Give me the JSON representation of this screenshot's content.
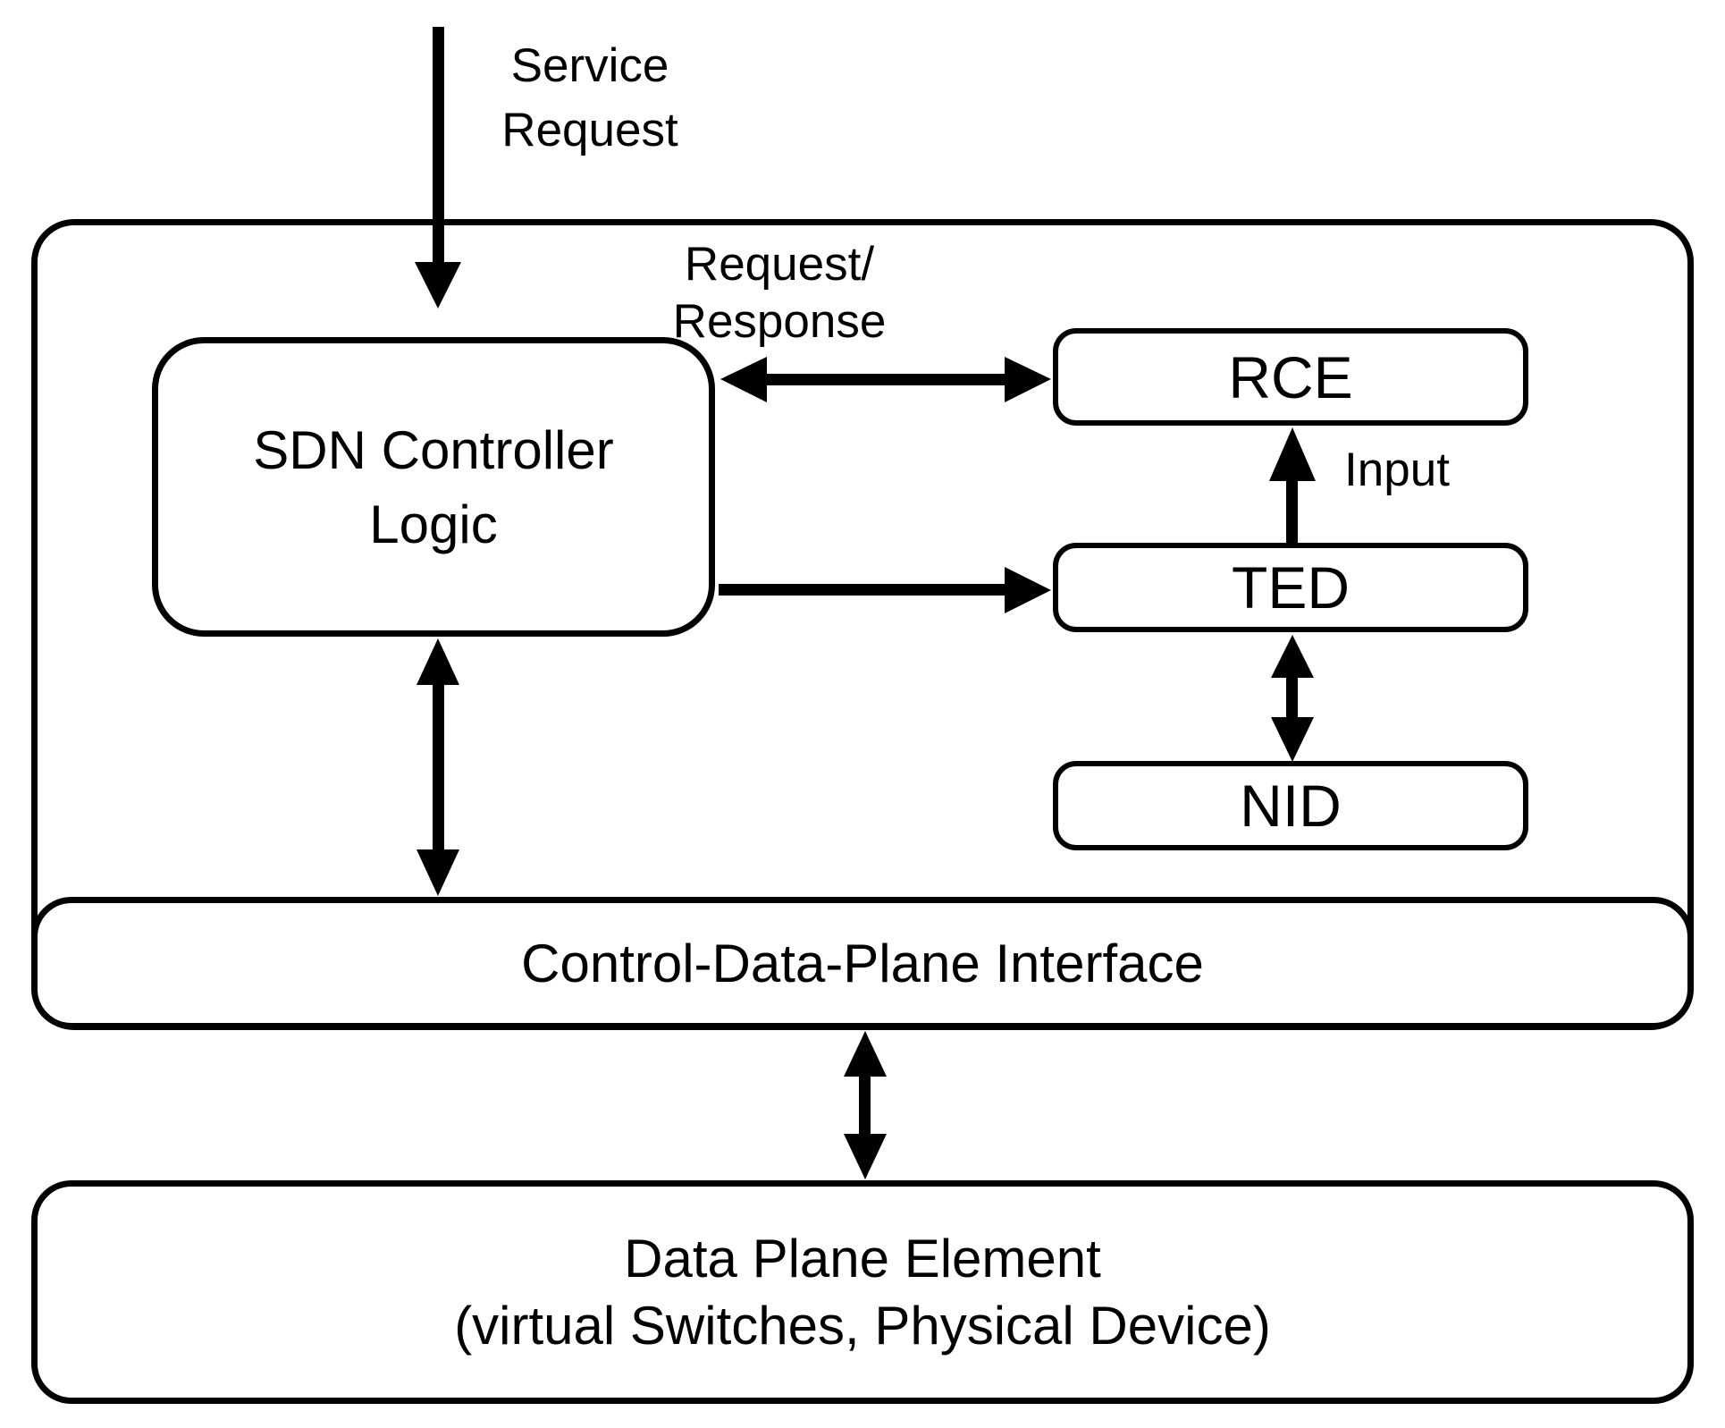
{
  "diagram": {
    "background_color": "#ffffff",
    "line_color": "#000000",
    "annotations": {
      "service_request_line1": "Service",
      "service_request_line2": "Request",
      "request_response_line1": "Request/",
      "request_response_line2": "Response",
      "input_label": "Input"
    },
    "nodes": {
      "sdn_controller_line1": "SDN Controller",
      "sdn_controller_line2": "Logic",
      "rce_label": "RCE",
      "ted_label": "TED",
      "nid_label": "NID",
      "cdp_label": "Control-Data-Plane Interface",
      "data_plane_line1": "Data Plane Element",
      "data_plane_line2": "(virtual Switches, Physical Device)"
    }
  }
}
